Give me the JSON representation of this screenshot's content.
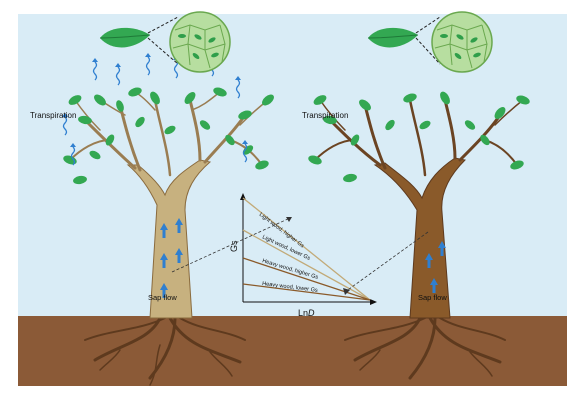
{
  "labels": {
    "left_transpiration": "Transpiration",
    "right_transpiration": "Transpiration",
    "left_sap_flow": "Sap flow",
    "right_sap_flow": "Sap flow",
    "y_axis": "Gs",
    "x_axis_prefix": "Ln",
    "x_axis_italic": "D"
  },
  "lines": [
    {
      "label": "Light wood, higher Gs",
      "color": "#c2aa78"
    },
    {
      "label": "Light wood, lower Gs",
      "color": "#c2aa78"
    },
    {
      "label": "Heavy wood, higher Gs",
      "color": "#8a5a2a"
    },
    {
      "label": "Heavy wood, lower Gs",
      "color": "#8a5a2a"
    }
  ],
  "colors": {
    "sky": "#d9ecf6",
    "soil": "#8b5a37",
    "light_wood": "#c7b17f",
    "heavy_wood": "#8a5a2a",
    "leaf": "#33a852",
    "cell_bg": "#b7dea0",
    "water_arrow": "#2f7fd0"
  }
}
